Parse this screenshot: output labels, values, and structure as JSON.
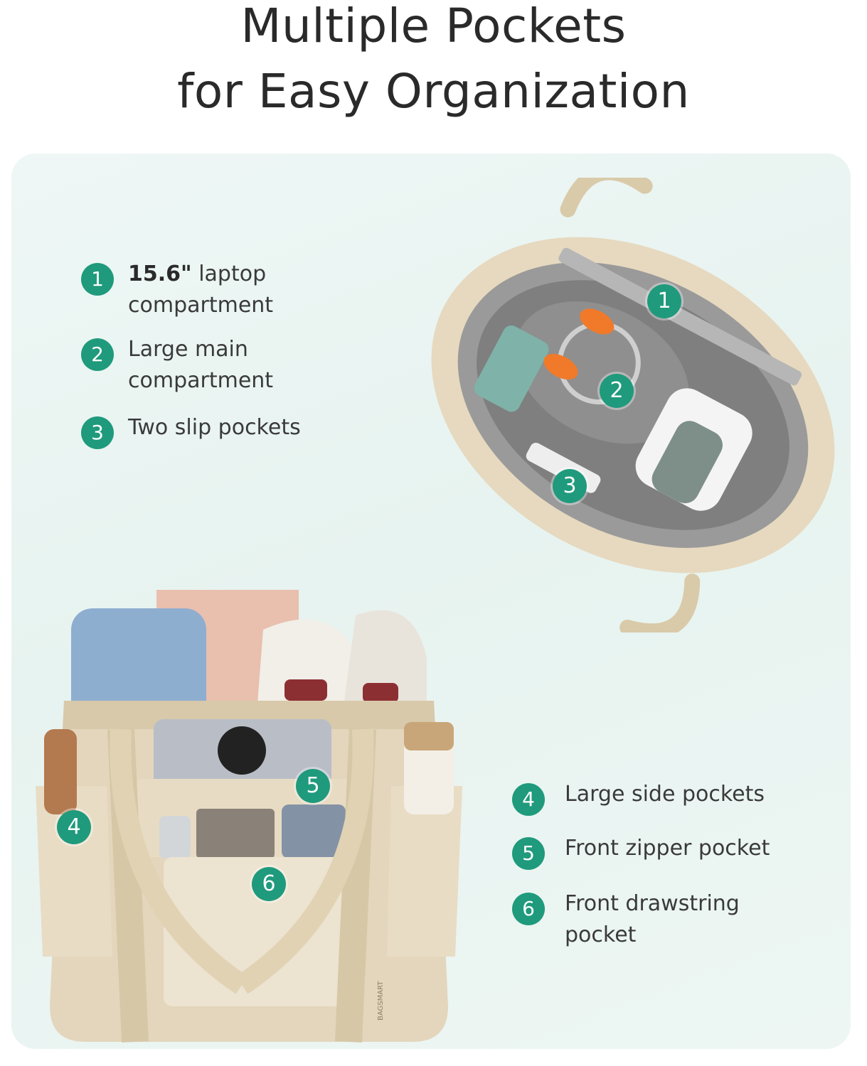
{
  "title": {
    "line1": "Multiple Pockets",
    "line2": "for Easy Organization"
  },
  "features_top": [
    {
      "num": "1",
      "bold": "15.6\"",
      "text": " laptop compartment"
    },
    {
      "num": "2",
      "bold": "",
      "text": "Large main compartment"
    },
    {
      "num": "3",
      "bold": "",
      "text": "Two slip pockets"
    }
  ],
  "features_bottom": [
    {
      "num": "4",
      "text": "Large side pockets"
    },
    {
      "num": "5",
      "text": "Front zipper pocket"
    },
    {
      "num": "6",
      "text": "Front drawstring pocket"
    }
  ],
  "photo_markers": [
    "1",
    "2",
    "3",
    "4",
    "5",
    "6"
  ],
  "brand_tag": "BAGSMART",
  "colors": {
    "accent": "#1f9a7c",
    "panel": "#e9f4f1",
    "bag": "#e3d6bc",
    "lining": "#8c8c8c"
  }
}
